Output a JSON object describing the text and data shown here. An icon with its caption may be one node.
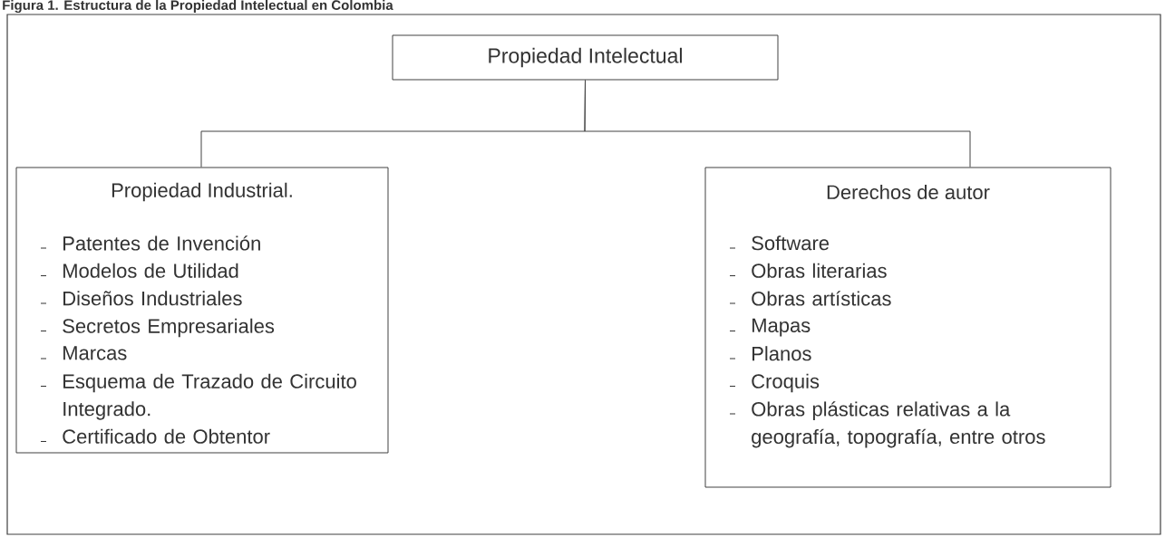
{
  "diagram": {
    "title": "Figura 1. Estructura de la Propiedad Intelectual en Colombia",
    "nodes": [
      {
        "text": [
          "Propiedad Intelectual"
        ]
      },
      {
        "text": [
          "Propiedad Industrial.",
          "Patentes de Invención",
          "Modelos de Utilidad",
          "Diseños Industriales",
          "Secretos Empresariales",
          "Marcas",
          "Esquema de Trazado de Circuito Integrado.",
          "Certificado de Obtentor"
        ]
      },
      {
        "text": [
          "Derechos de autor",
          "Software",
          "Obras literarias",
          "Obras artísticas",
          "Mapas",
          "Planos",
          "Croquis",
          "Obras plásticas relativas a la geografía, topografía, entre otros"
        ]
      }
    ],
    "edges": [
      {
        "from": 0,
        "to": 1,
        "arrow": "none"
      },
      {
        "from": 0,
        "to": 2,
        "arrow": "none"
      }
    ]
  }
}
